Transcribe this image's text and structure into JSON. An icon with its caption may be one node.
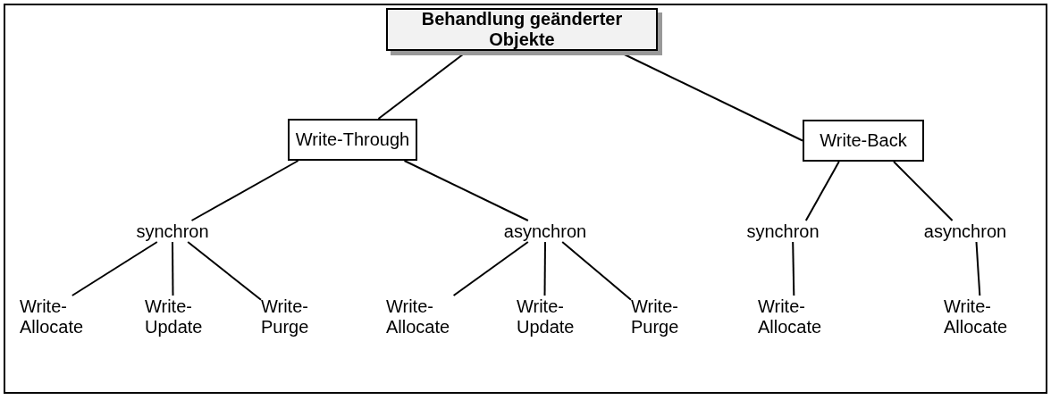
{
  "diagram": {
    "nodes": [
      {
        "text": [
          "Behandlung geänderter Objekte"
        ]
      },
      {
        "text": [
          "Write-Through"
        ]
      },
      {
        "text": [
          "Write-Back"
        ]
      },
      {
        "text": [
          "synchron"
        ]
      },
      {
        "text": [
          "asynchron"
        ]
      },
      {
        "text": [
          "synchron"
        ]
      },
      {
        "text": [
          "asynchron"
        ]
      },
      {
        "text": [
          "Write-Allocate"
        ]
      },
      {
        "text": [
          "Write-Update"
        ]
      },
      {
        "text": [
          "Write-Purge"
        ]
      },
      {
        "text": [
          "Write-Allocate"
        ]
      },
      {
        "text": [
          "Write-Update"
        ]
      },
      {
        "text": [
          "Write-Purge"
        ]
      },
      {
        "text": [
          "Write-Allocate"
        ]
      },
      {
        "text": [
          "Write-Allocate"
        ]
      }
    ],
    "edges": [
      {
        "from": 0,
        "to": 1,
        "arrow": "none"
      },
      {
        "from": 0,
        "to": 2,
        "arrow": "none"
      },
      {
        "from": 1,
        "to": 3,
        "arrow": "none"
      },
      {
        "from": 1,
        "to": 4,
        "arrow": "none"
      },
      {
        "from": 2,
        "to": 5,
        "arrow": "none"
      },
      {
        "from": 2,
        "to": 6,
        "arrow": "none"
      },
      {
        "from": 3,
        "to": 7,
        "arrow": "none"
      },
      {
        "from": 3,
        "to": 8,
        "arrow": "none"
      },
      {
        "from": 3,
        "to": 9,
        "arrow": "none"
      },
      {
        "from": 4,
        "to": 10,
        "arrow": "none"
      },
      {
        "from": 4,
        "to": 11,
        "arrow": "none"
      },
      {
        "from": 4,
        "to": 12,
        "arrow": "none"
      },
      {
        "from": 5,
        "to": 13,
        "arrow": "none"
      },
      {
        "from": 6,
        "to": 14,
        "arrow": "none"
      }
    ]
  }
}
